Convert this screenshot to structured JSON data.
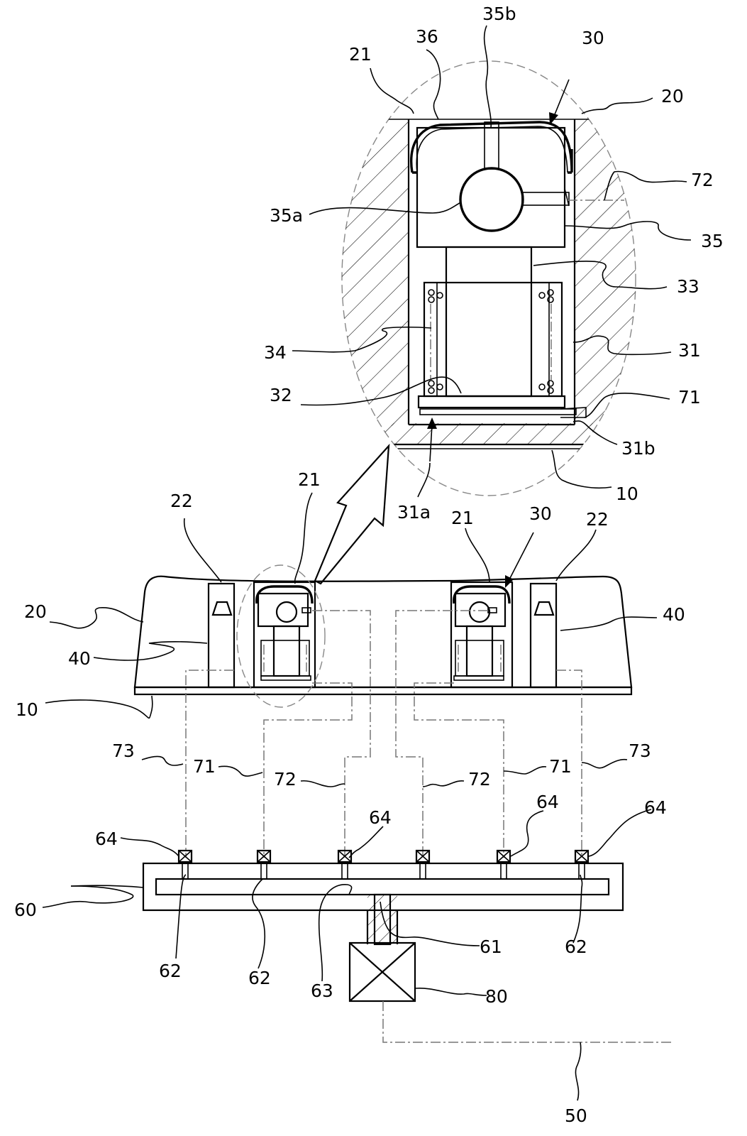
{
  "figure": {
    "detail_labels": {
      "l21": "21",
      "l36": "36",
      "l35b": "35b",
      "l30": "30",
      "l20": "20",
      "l72": "72",
      "l35a": "35a",
      "l35": "35",
      "l33": "33",
      "l34": "34",
      "l31": "31",
      "l32": "32",
      "l71": "71",
      "l31b": "31b",
      "l31a": "31a",
      "l10": "10"
    },
    "main_labels": {
      "l22_left": "22",
      "l21_left": "21",
      "l21_right": "21",
      "l30_right": "30",
      "l22_right": "22",
      "l20": "20",
      "l40_left": "40",
      "l40_right": "40",
      "l10": "10",
      "l73_left": "73",
      "l71_left": "71",
      "l72_left": "72",
      "l72_right": "72",
      "l71_right": "71",
      "l73_right": "73",
      "l64_a": "64",
      "l64_b": "64",
      "l64_c": "64",
      "l64_d": "64",
      "l60": "60",
      "l61": "61",
      "l62_a": "62",
      "l62_b": "62",
      "l62_c": "62",
      "l63": "63",
      "l80": "80",
      "l50": "50"
    }
  }
}
